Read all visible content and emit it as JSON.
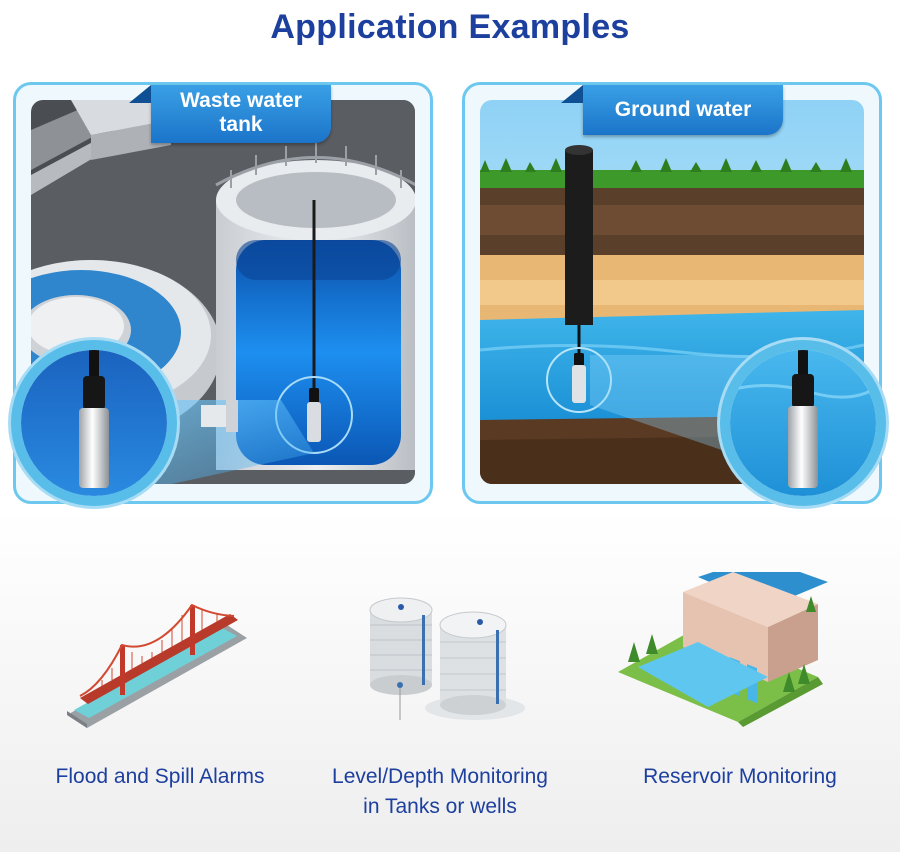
{
  "title": "Application Examples",
  "panels": [
    {
      "label": "Waste water tank",
      "label_line1": "Waste water",
      "label_line2": "tank"
    },
    {
      "label": "Ground water"
    }
  ],
  "applications": [
    {
      "icon": "suspension-bridge-icon",
      "caption": "Flood and Spill Alarms"
    },
    {
      "icon": "storage-tanks-icon",
      "caption_line1": "Level/Depth Monitoring",
      "caption_line2": "in Tanks or wells"
    },
    {
      "icon": "dam-icon",
      "caption": "Reservoir Monitoring"
    }
  ],
  "colors": {
    "title": "#1d3f9e",
    "ribbon": "#1b74c9",
    "panel_border": "#6cc8ee",
    "water": "#1a8fe0",
    "caption": "#1d3f9e"
  }
}
